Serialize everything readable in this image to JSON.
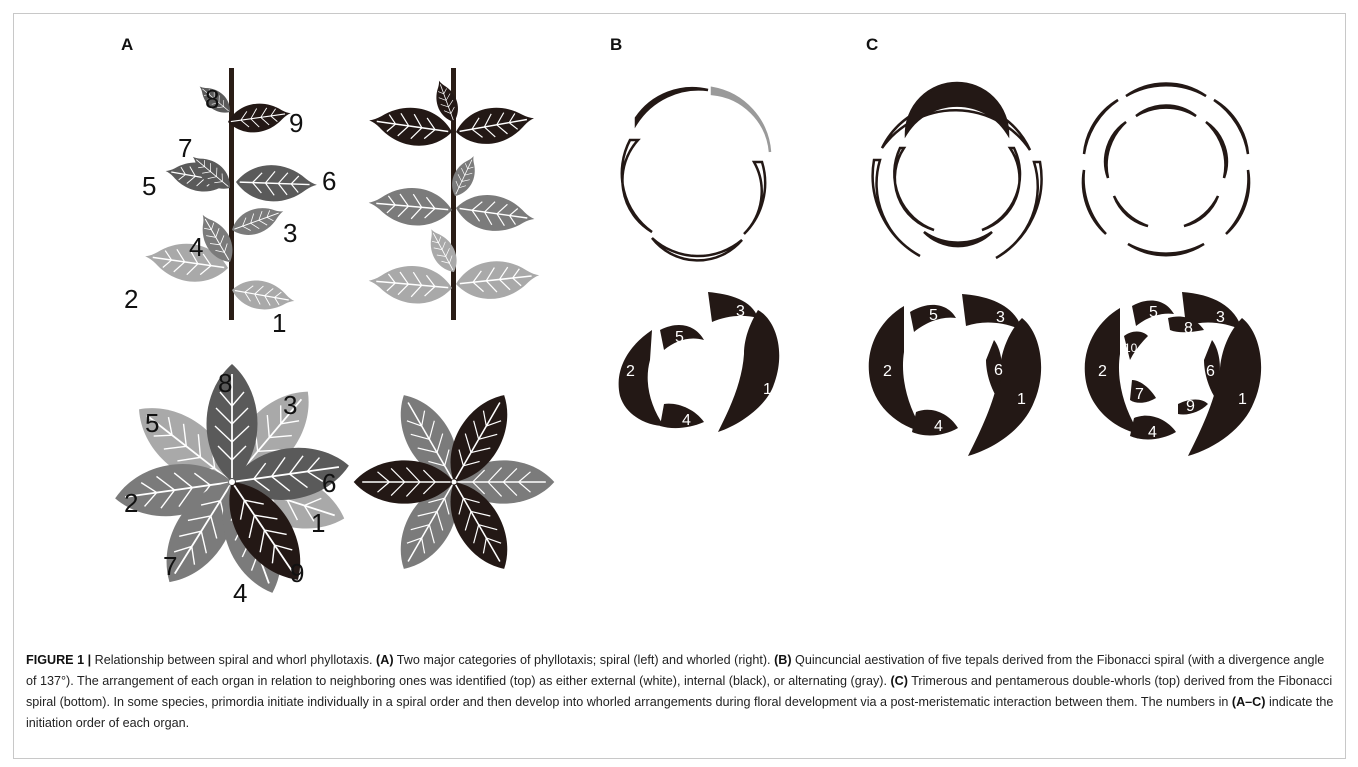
{
  "panels": {
    "a": "A",
    "b": "B",
    "c": "C"
  },
  "spiral_stem_numbers": {
    "n1": "1",
    "n2": "2",
    "n3": "3",
    "n4": "4",
    "n5": "5",
    "n6": "6",
    "n7": "7",
    "n8": "8",
    "n9": "9"
  },
  "rosette_numbers": {
    "n1": "1",
    "n2": "2",
    "n3": "3",
    "n4": "4",
    "n5": "5",
    "n6": "6",
    "n7": "7",
    "n8": "8",
    "n9": "9"
  },
  "b_organ_numbers": {
    "n1": "1",
    "n2": "2",
    "n3": "3",
    "n4": "4",
    "n5": "5"
  },
  "c_tri_numbers": {
    "n1": "1",
    "n2": "2",
    "n3": "3",
    "n4": "4",
    "n5": "5",
    "n6": "6"
  },
  "c_penta_numbers": {
    "n1": "1",
    "n2": "2",
    "n3": "3",
    "n4": "4",
    "n5": "5",
    "n6": "6",
    "n7": "7",
    "n8": "8",
    "n9": "9",
    "n10": "10"
  },
  "colors": {
    "black": "#231815",
    "dark": "#5a5a5a",
    "mid": "#7b7b7b",
    "light": "#a9a9a9",
    "gray_tepal": "#9a9a9a",
    "stem": "#2a1d16"
  },
  "caption": {
    "label": "FIGURE 1 |",
    "lead": " Relationship between spiral and whorl phyllotaxis. ",
    "a_ref": "(A)",
    "a_text": " Two major categories of phyllotaxis; spiral (left) and whorled (right). ",
    "b_ref": "(B)",
    "b_text": " Quincuncial aestivation of five tepals derived from the Fibonacci spiral (with a divergence angle of 137°). The arrangement of each organ in relation to neighboring ones was identified (top) as either external (white), internal (black), or alternating (gray). ",
    "c_ref": "(C)",
    "c_text": " Trimerous and pentamerous double-whorls (top) derived from the Fibonacci spiral (bottom). In some species, primordia initiate individually in a spiral order and then develop into whorled arrangements during floral development via a post-meristematic interaction between them. The numbers in ",
    "ac_ref": "(A–C)",
    "end_text": " indicate the initiation order of each organ."
  }
}
